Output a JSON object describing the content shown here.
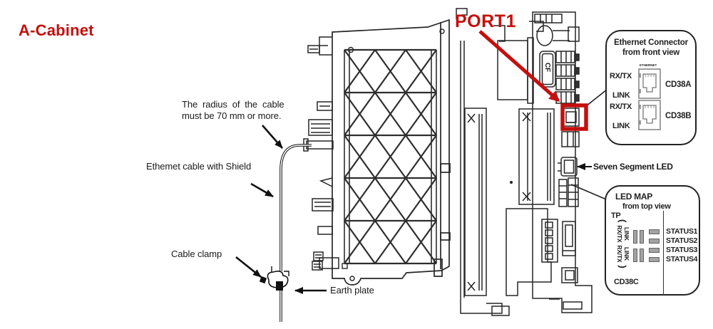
{
  "title": "A-Cabinet",
  "port_callout": "PORT1",
  "annotations": {
    "radius_line1": "The radius of the cable",
    "radius_line2": "must be 70 mm or more.",
    "cable": "Ethemet cable with Shield",
    "clamp": "Cable clamp",
    "earth": "Earth plate",
    "seven_segment": "Seven Segment LED"
  },
  "board": {
    "cf_label": "CF"
  },
  "ethernet_panel": {
    "title_line1": "Ethernet Connector",
    "title_line2": "from front view",
    "small_label": "ETHERNET",
    "ports": [
      {
        "led1": "RX/TX",
        "led2": "LINK",
        "name": "CD38A"
      },
      {
        "led1": "RX/TX",
        "led2": "LINK",
        "name": "CD38B"
      }
    ]
  },
  "led_map_panel": {
    "title_line1": "LED MAP",
    "title_line2": "from top view",
    "tp_label": "TP",
    "bracket_open": "(",
    "bracket_close": ")",
    "groups": [
      [
        "LINK",
        "RX/TX"
      ],
      [
        "LINK",
        "RX/TX"
      ]
    ],
    "status_labels": [
      "STATUS1",
      "STATUS2",
      "STATUS3",
      "STATUS4"
    ],
    "connector_label": "CD38C"
  },
  "colors": {
    "accent_red": "#c3100e",
    "line": "#222222",
    "led_fill": "#a3a3a3"
  }
}
